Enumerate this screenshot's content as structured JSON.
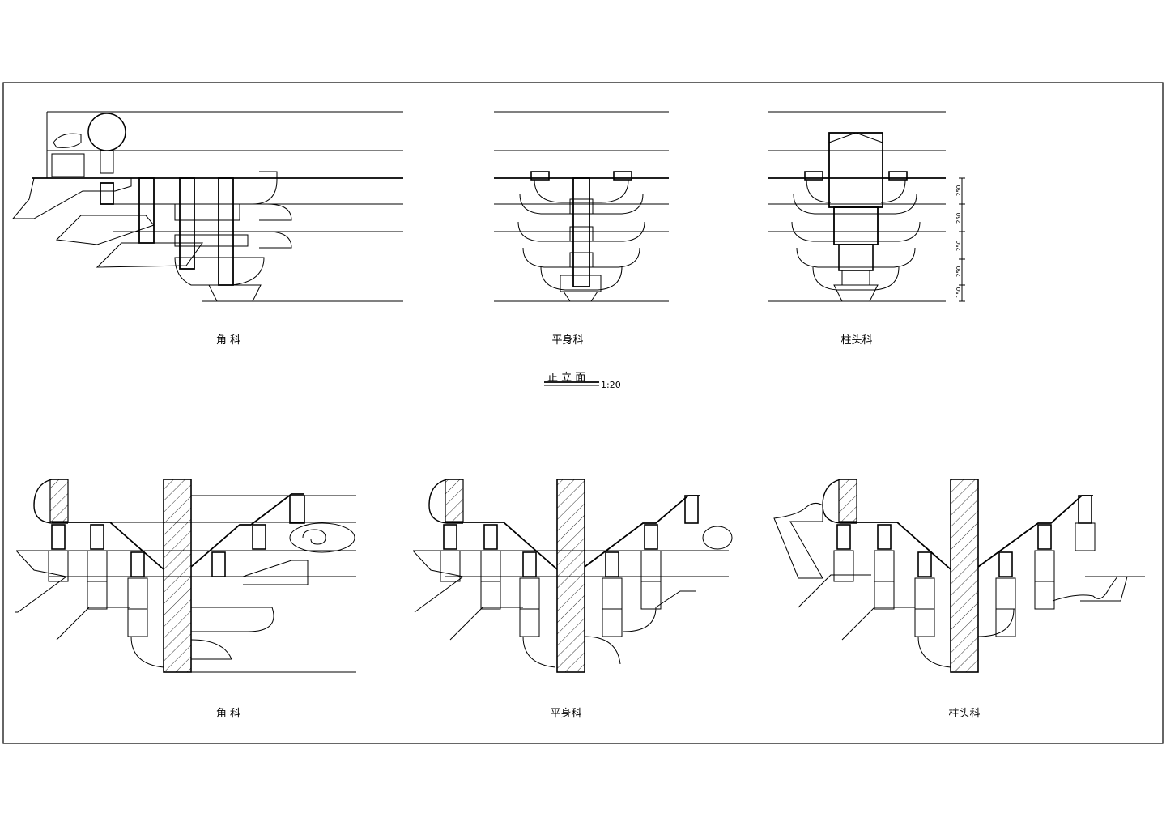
{
  "elevation": {
    "panels": [
      {
        "label": "角  科"
      },
      {
        "label": "平身科"
      },
      {
        "label": "柱头科"
      }
    ],
    "title": "正 立 面",
    "scale": "1:20",
    "dimensions": [
      "250",
      "250",
      "250",
      "250",
      "150"
    ]
  },
  "section": {
    "panels": [
      {
        "label": "角  科"
      },
      {
        "label": "平身科"
      },
      {
        "label": "柱头科"
      }
    ]
  },
  "colors": {
    "ink": "#000000",
    "paper": "#ffffff"
  }
}
